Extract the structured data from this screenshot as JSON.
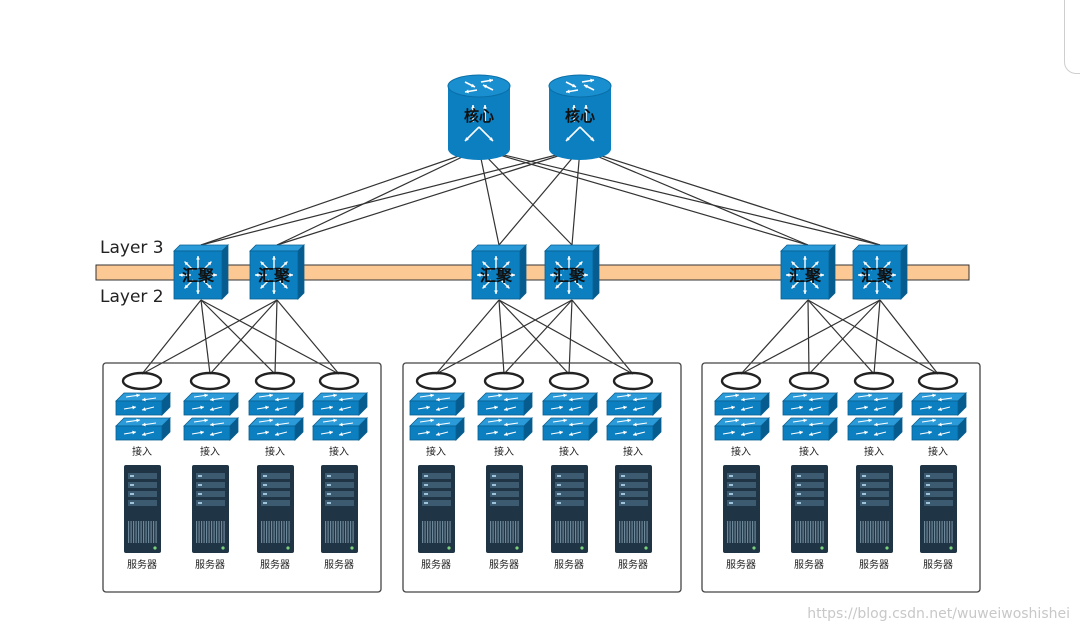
{
  "layers": {
    "layer3": "Layer 3",
    "layer2": "Layer 2"
  },
  "core": {
    "label": "核心",
    "count": 2
  },
  "aggregation": {
    "label": "汇聚",
    "count": 6
  },
  "access": {
    "label": "接入",
    "per_group": 4
  },
  "server": {
    "label": "服务器",
    "per_group": 4
  },
  "groups": 3,
  "watermark": "https://blog.csdn.net/wuweiwoshishei",
  "colors": {
    "device_blue": "#0b7fc0",
    "device_dark": "#075c8f",
    "band": "#fcc894",
    "server_dark": "#1f3444",
    "line": "#333333"
  },
  "icons": {
    "core": "router-icon",
    "aggregation": "multilayer-switch-icon",
    "access": "stacked-switch-icon",
    "server": "server-rack-icon"
  }
}
